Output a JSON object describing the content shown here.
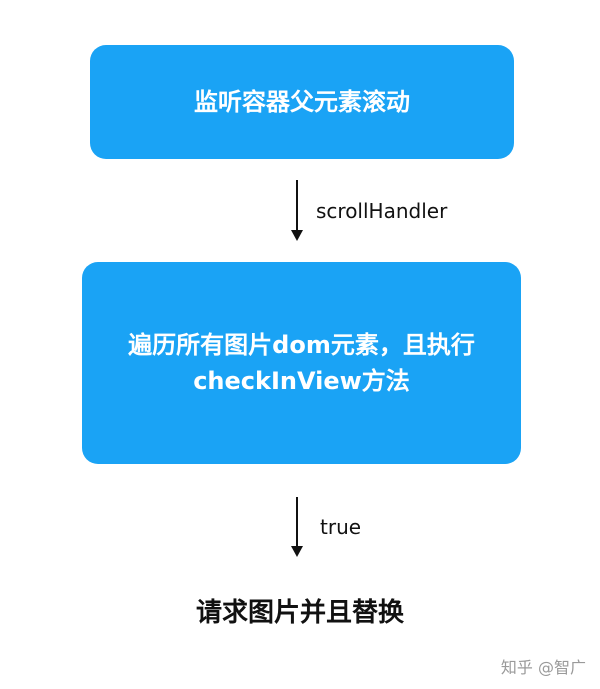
{
  "colors": {
    "accent": "#1aa3f5",
    "text": "#111111",
    "watermark": "#9a9a9a"
  },
  "steps": [
    {
      "text": "监听容器父元素滚动"
    },
    {
      "lines": [
        "遍历所有图片dom元素，且执行",
        "checkInView方法"
      ]
    },
    {
      "text": "请求图片并且替换"
    }
  ],
  "edges": [
    {
      "label": "scrollHandler"
    },
    {
      "label": "true"
    }
  ],
  "watermark": "知乎 @智广"
}
